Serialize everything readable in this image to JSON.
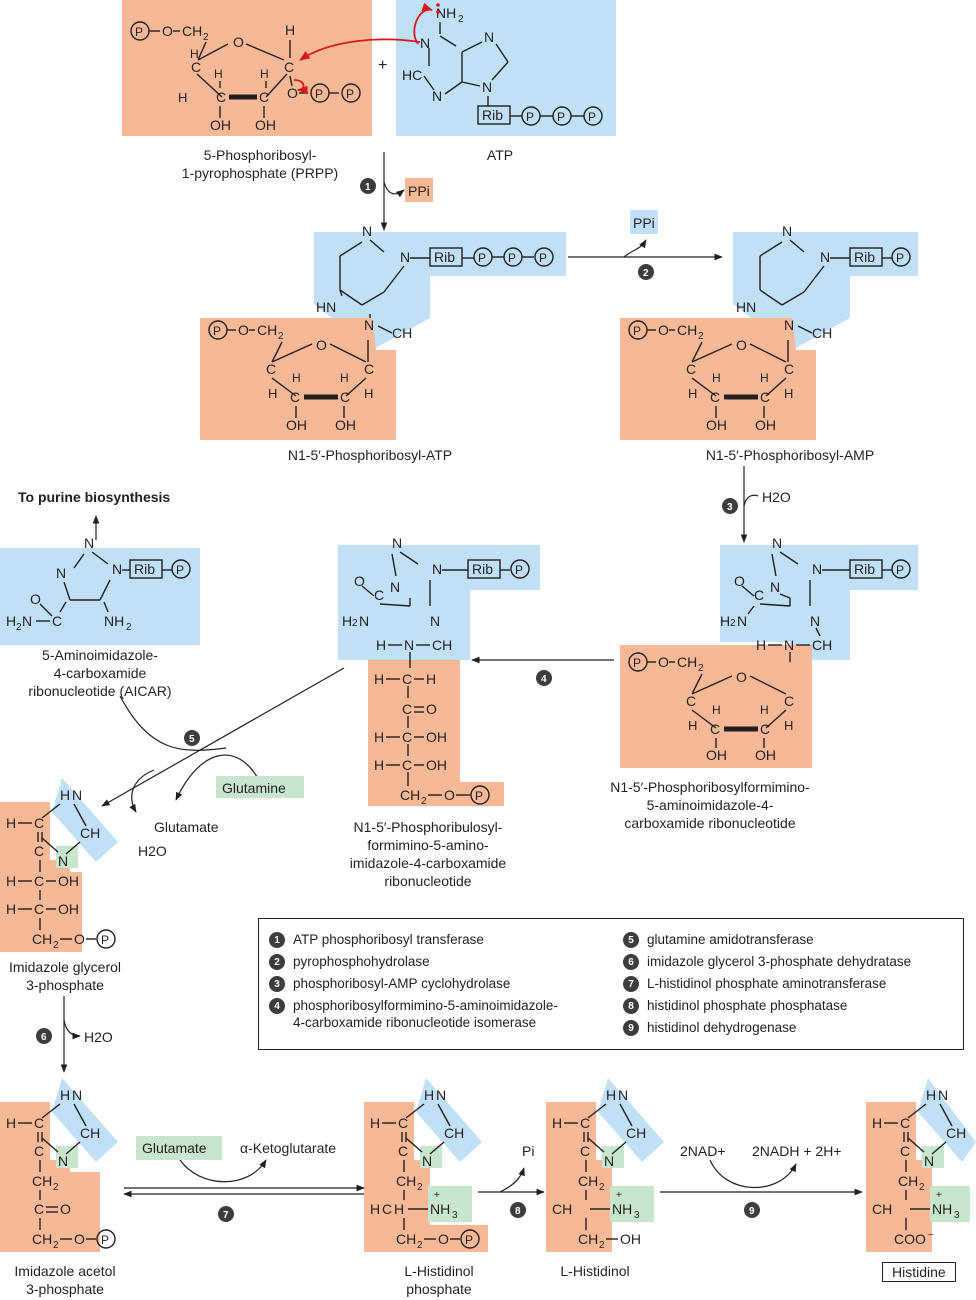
{
  "compounds": {
    "prpp": "5-Phosphoribosyl-\n1-pyrophosphate (PRPP)",
    "atp": "ATP",
    "pr_atp": "N1-5′-Phosphoribosyl-ATP",
    "pr_amp": "N1-5′-Phosphoribosyl-AMP",
    "prfar_pre": "N1-5′-Phosphoribosylformimino-\n5-aminoimidazole-4-\ncarboxamide ribonucleotide",
    "prfar": "N1-5′-Phosphoribulosyl-\nformimino-5-amino-\nimidazole-4-carboxamide\nribonucleotide",
    "aicar": "5-Aminoimidazole-\n4-carboxamide\nribonucleotide (AICAR)",
    "igp": "Imidazole glycerol\n3-phosphate",
    "iap": "Imidazole acetol\n3-phosphate",
    "hol_p": "L-Histidinol\nphosphate",
    "hol": "L-Histidinol",
    "his": "Histidine"
  },
  "side_labels": {
    "to_purine": "To purine biosynthesis",
    "ppi_1": "PPi",
    "ppi_2": "PPi",
    "h2o_3": "H2O",
    "glutamine": "Glutamine",
    "glutamate_5": "Glutamate",
    "h2o_5": "H2O",
    "h2o_6": "H2O",
    "glutamate_7": "Glutamate",
    "aketo": "α-Ketoglutarate",
    "pi_8": "Pi",
    "nad": "2NAD+",
    "nadh": "2NADH + 2H+"
  },
  "legend": [
    {
      "n": "1",
      "text": "ATP phosphoribosyl transferase"
    },
    {
      "n": "2",
      "text": "pyrophosphohydrolase"
    },
    {
      "n": "3",
      "text": "phosphoribosyl-AMP cyclohydrolase"
    },
    {
      "n": "4",
      "text": "phosphoribosylformimino-5-aminoimidazole-\n4-carboxamide ribonucleotide isomerase"
    },
    {
      "n": "5",
      "text": "glutamine amidotransferase"
    },
    {
      "n": "6",
      "text": "imidazole glycerol 3-phosphate dehydratase"
    },
    {
      "n": "7",
      "text": "L-histidinol phosphate aminotransferase"
    },
    {
      "n": "8",
      "text": "histidinol phosphate phosphatase"
    },
    {
      "n": "9",
      "text": "histidinol dehydrogenase"
    }
  ],
  "colors": {
    "ribose": "#f5b997",
    "base": "#bfe0f5",
    "amine": "#c7e6cd",
    "arrow_red": "#d7191c"
  }
}
